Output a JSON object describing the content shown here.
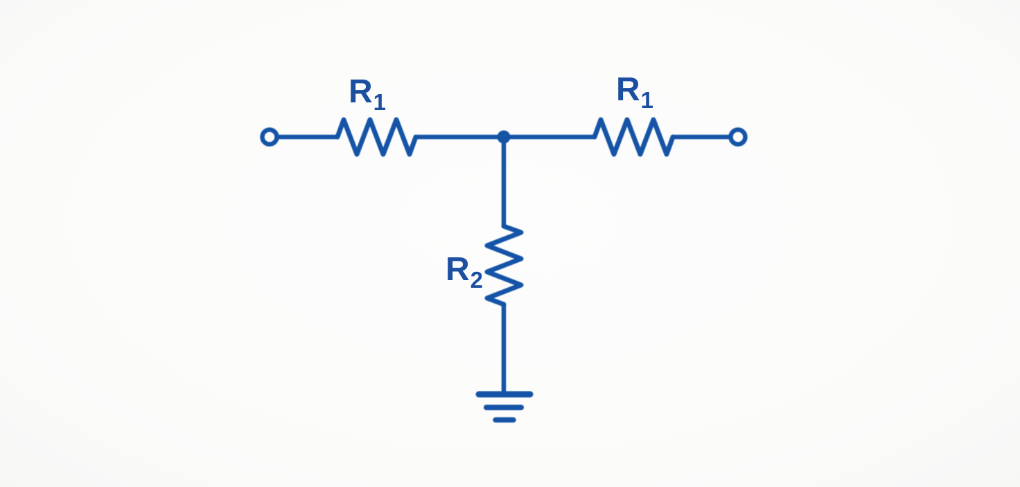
{
  "diagram": {
    "type": "circuit-schematic",
    "description": "T-network: two series resistors R1 between open-circle terminals, with a shunt resistor R2 from the center junction node down to an earth-ground symbol"
  },
  "labels": {
    "r1_left": {
      "base": "R",
      "sub": "1"
    },
    "r1_right": {
      "base": "R",
      "sub": "1"
    },
    "r2": {
      "base": "R",
      "sub": "2"
    }
  },
  "colors": {
    "circuit_blue": "#1453a6",
    "label_blue": "#1c4fa0",
    "background": "#fbfbfa"
  }
}
